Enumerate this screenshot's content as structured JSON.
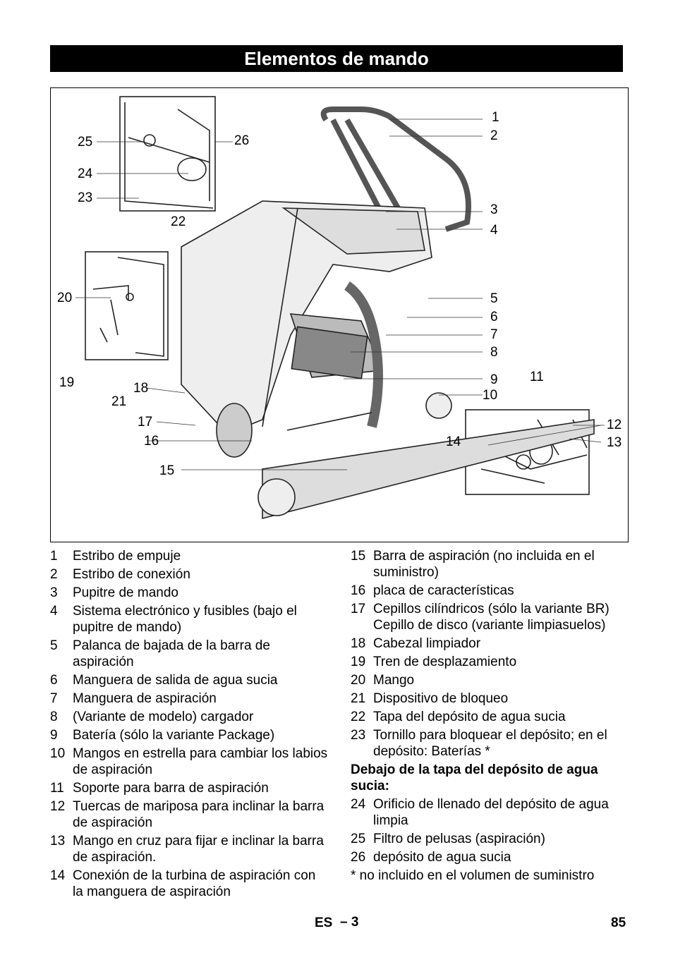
{
  "header": {
    "title": "Elementos de mando"
  },
  "figure": {
    "callouts": [
      "1",
      "2",
      "3",
      "4",
      "5",
      "6",
      "7",
      "8",
      "9",
      "10",
      "11",
      "12",
      "13",
      "14",
      "15",
      "16",
      "17",
      "18",
      "19",
      "20",
      "21",
      "22",
      "23",
      "24",
      "25",
      "26"
    ]
  },
  "legend_left": [
    {
      "num": "1",
      "text": "Estribo de empuje"
    },
    {
      "num": "2",
      "text": "Estribo de conexión"
    },
    {
      "num": "3",
      "text": "Pupitre de mando"
    },
    {
      "num": "4",
      "text": "Sistema electrónico y fusibles (bajo el pupitre de mando)"
    },
    {
      "num": "5",
      "text": "Palanca de bajada de la barra de aspiración"
    },
    {
      "num": "6",
      "text": "Manguera de salida de agua sucia"
    },
    {
      "num": "7",
      "text": "Manguera de aspiración"
    },
    {
      "num": "8",
      "text": "(Variante de modelo) cargador"
    },
    {
      "num": "9",
      "text": "Batería (sólo la variante Package)"
    },
    {
      "num": "10",
      "text": "Mangos en estrella para cambiar los labios de aspiración"
    },
    {
      "num": "11",
      "text": "Soporte para barra de aspiración"
    },
    {
      "num": "12",
      "text": "Tuercas de mariposa para inclinar la barra de aspiración"
    },
    {
      "num": "13",
      "text": "Mango en cruz para fijar e inclinar la barra de aspiración."
    },
    {
      "num": "14",
      "text": "Conexión de la turbina de aspiración con la manguera de aspiración"
    }
  ],
  "legend_right": [
    {
      "num": "15",
      "text": "Barra de aspiración (no incluida en el suministro)"
    },
    {
      "num": "16",
      "text": "placa de características"
    },
    {
      "num": "17",
      "text": "Cepillos cilíndricos (sólo la variante BR) Cepillo de disco (variante limpiasuelos)"
    },
    {
      "num": "18",
      "text": "Cabezal limpiador"
    },
    {
      "num": "19",
      "text": "Tren de desplazamiento"
    },
    {
      "num": "20",
      "text": "Mango"
    },
    {
      "num": "21",
      "text": "Dispositivo de bloqueo"
    },
    {
      "num": "22",
      "text": "Tapa del depósito de agua sucia"
    },
    {
      "num": "23",
      "text": "Tornillo para bloquear el depósito; en el depósito: Baterías *"
    }
  ],
  "subsection": {
    "title": "Debajo de la tapa del depósito de agua sucia:",
    "items": [
      {
        "num": "24",
        "text": "Orificio de llenado del depósito de agua limpia"
      },
      {
        "num": "25",
        "text": "Filtro de pelusas (aspiración)"
      },
      {
        "num": "26",
        "text": "depósito de agua sucia"
      }
    ]
  },
  "footnote": "* no incluido en el volumen de suministro",
  "footer": {
    "lang": "ES",
    "dash": "– 3",
    "page": "85"
  }
}
